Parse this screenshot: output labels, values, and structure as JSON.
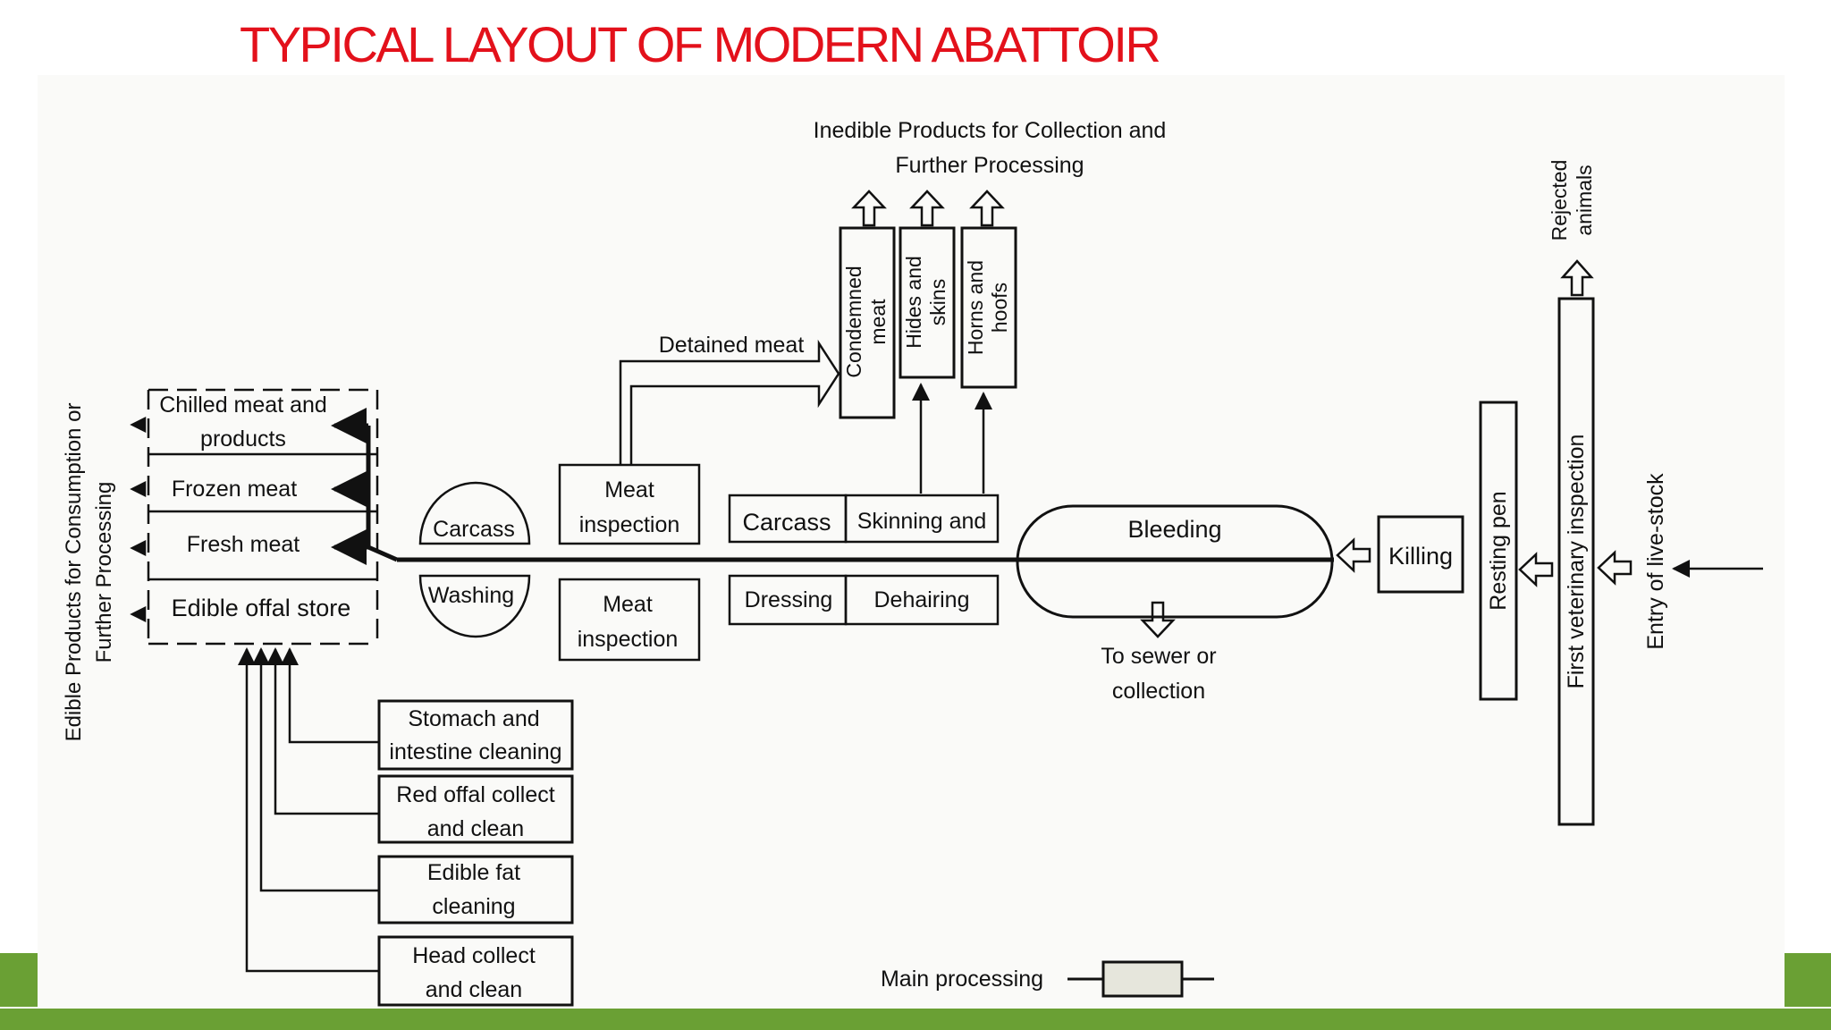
{
  "slide": {
    "title": "TYPICAL LAYOUT OF MODERN ABATTOIR",
    "title_color": "#e3111b",
    "accent_color": "#6aa034"
  },
  "diagram": {
    "heading_inedible_1": "Inedible Products for Collection and",
    "heading_inedible_2": "Further Processing",
    "edible_label_1": "Edible Products for Consumption or",
    "edible_label_2": "Further Processing",
    "rejected_1": "Rejected",
    "rejected_2": "animals",
    "entry": "Entry of live-stock",
    "first_vet": "First veterinary inspection",
    "resting_pen": "Resting pen",
    "killing": "Killing",
    "bleeding": "Bleeding",
    "sewer_1": "To sewer or",
    "sewer_2": "collection",
    "skinning": "Skinning and",
    "dehairing": "Dehairing",
    "carcass_box": "Carcass",
    "dressing": "Dressing",
    "meat_insp_top_1": "Meat",
    "meat_insp_top_2": "inspection",
    "meat_insp_bot_1": "Meat",
    "meat_insp_bot_2": "inspection",
    "carcass_wash_top": "Carcass",
    "carcass_wash_bot": "Washing",
    "detained": "Detained meat",
    "condemned_1": "Condemned",
    "condemned_2": "meat",
    "hides_1": "Hides and",
    "hides_2": "skins",
    "horns_1": "Horns and",
    "horns_2": "hoofs",
    "chilled_1": "Chilled meat and",
    "chilled_2": "products",
    "frozen": "Frozen meat",
    "fresh": "Fresh meat",
    "offal_store": "Edible offal store",
    "stomach_1": "Stomach and",
    "stomach_2": "intestine cleaning",
    "red_offal_1": "Red offal collect",
    "red_offal_2": "and clean",
    "edible_fat_1": "Edible fat",
    "edible_fat_2": "cleaning",
    "head_1": "Head collect",
    "head_2": "and clean",
    "legend": "Main processing"
  }
}
